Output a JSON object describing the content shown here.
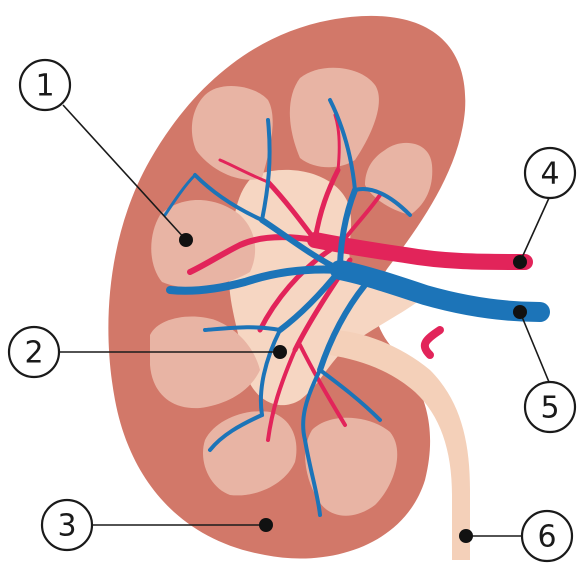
{
  "labels": [
    {
      "number": "1",
      "part": "pyramid"
    },
    {
      "number": "2",
      "part": "pelvis"
    },
    {
      "number": "3",
      "part": "cortex"
    },
    {
      "number": "4",
      "part": "renal-artery"
    },
    {
      "number": "5",
      "part": "renal-vein"
    },
    {
      "number": "6",
      "part": "ureter"
    }
  ],
  "colors": {
    "cortex": "#d27869",
    "pyramid": "#e8b4a4",
    "pelvis": "#f6d6c2",
    "ureter": "#f4d0b9",
    "artery": "#e2245a",
    "vein": "#1c74b8",
    "outline": "#1a1a1a"
  }
}
